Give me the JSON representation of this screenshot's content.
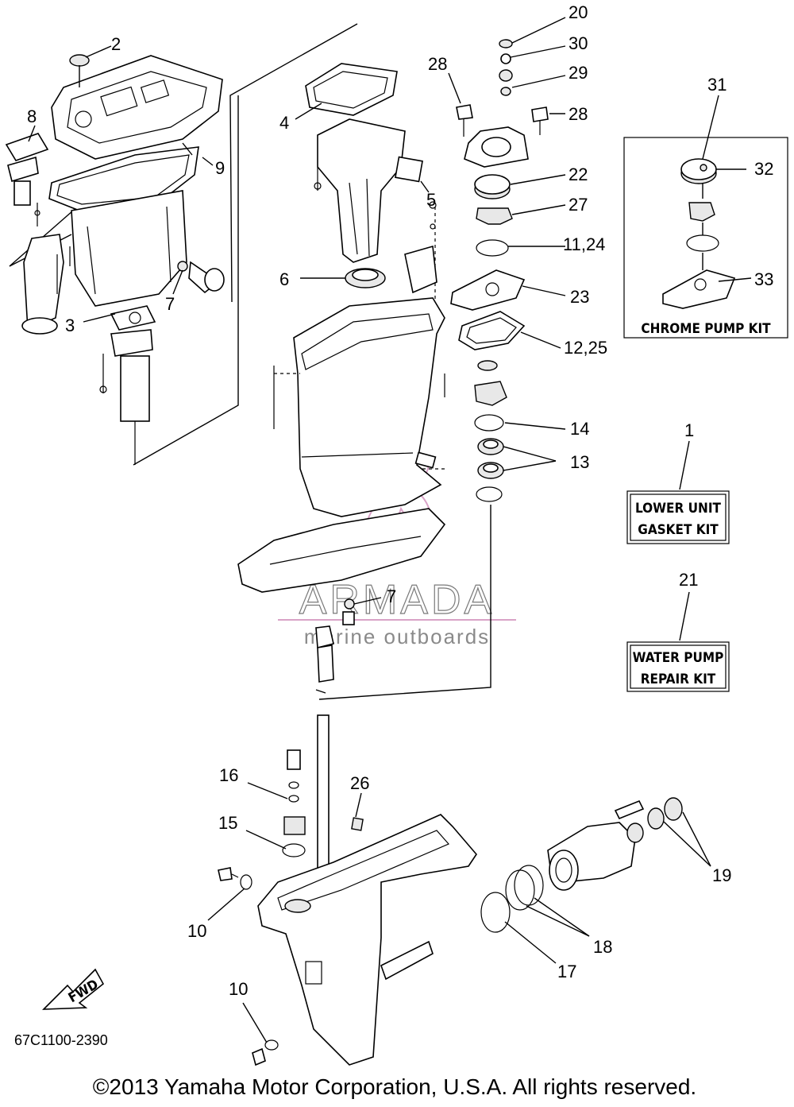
{
  "callouts": [
    "2",
    "8",
    "9",
    "3",
    "7",
    "4",
    "5",
    "6",
    "20",
    "30",
    "29",
    "28",
    "28",
    "22",
    "27",
    "11,24",
    "23",
    "12,25",
    "14",
    "13",
    "31",
    "32",
    "33",
    "1",
    "21",
    "7",
    "16",
    "26",
    "15",
    "10",
    "10",
    "19",
    "18",
    "17"
  ],
  "kits": {
    "chrome_pump": "CHROME PUMP KIT",
    "lower_gasket_line1": "LOWER UNIT",
    "lower_gasket_line2": "GASKET KIT",
    "water_pump_line1": "WATER PUMP",
    "water_pump_line2": "REPAIR KIT"
  },
  "fwd_label": "FWD",
  "diagram_code": "67C1100-2390",
  "copyright": "©2013 Yamaha Motor Corporation, U.S.A. All rights reserved.",
  "watermark": {
    "brand": "ARMADA",
    "tagline": "marine outboards",
    "color": "#d9a3c7"
  }
}
